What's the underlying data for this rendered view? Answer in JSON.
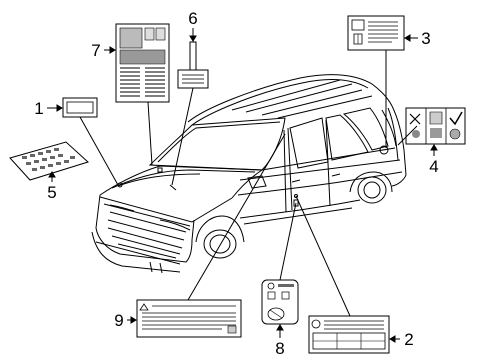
{
  "callouts": [
    {
      "id": "1",
      "label": "1"
    },
    {
      "id": "2",
      "label": "2"
    },
    {
      "id": "3",
      "label": "3"
    },
    {
      "id": "4",
      "label": "4"
    },
    {
      "id": "5",
      "label": "5"
    },
    {
      "id": "6",
      "label": "6"
    },
    {
      "id": "7",
      "label": "7"
    },
    {
      "id": "8",
      "label": "8"
    },
    {
      "id": "9",
      "label": "9"
    }
  ],
  "colors": {
    "line": "#000000",
    "label_fill": "#ffffff",
    "gray_text": "#555555"
  },
  "icons": {
    "vehicle": "suv-outline",
    "labels": [
      "rectangle-label",
      "caution-label",
      "tire-pressure-label",
      "airbag-label",
      "fuse-layout-label",
      "hang-tag",
      "emission-label",
      "key-tag",
      "warning-label"
    ]
  }
}
